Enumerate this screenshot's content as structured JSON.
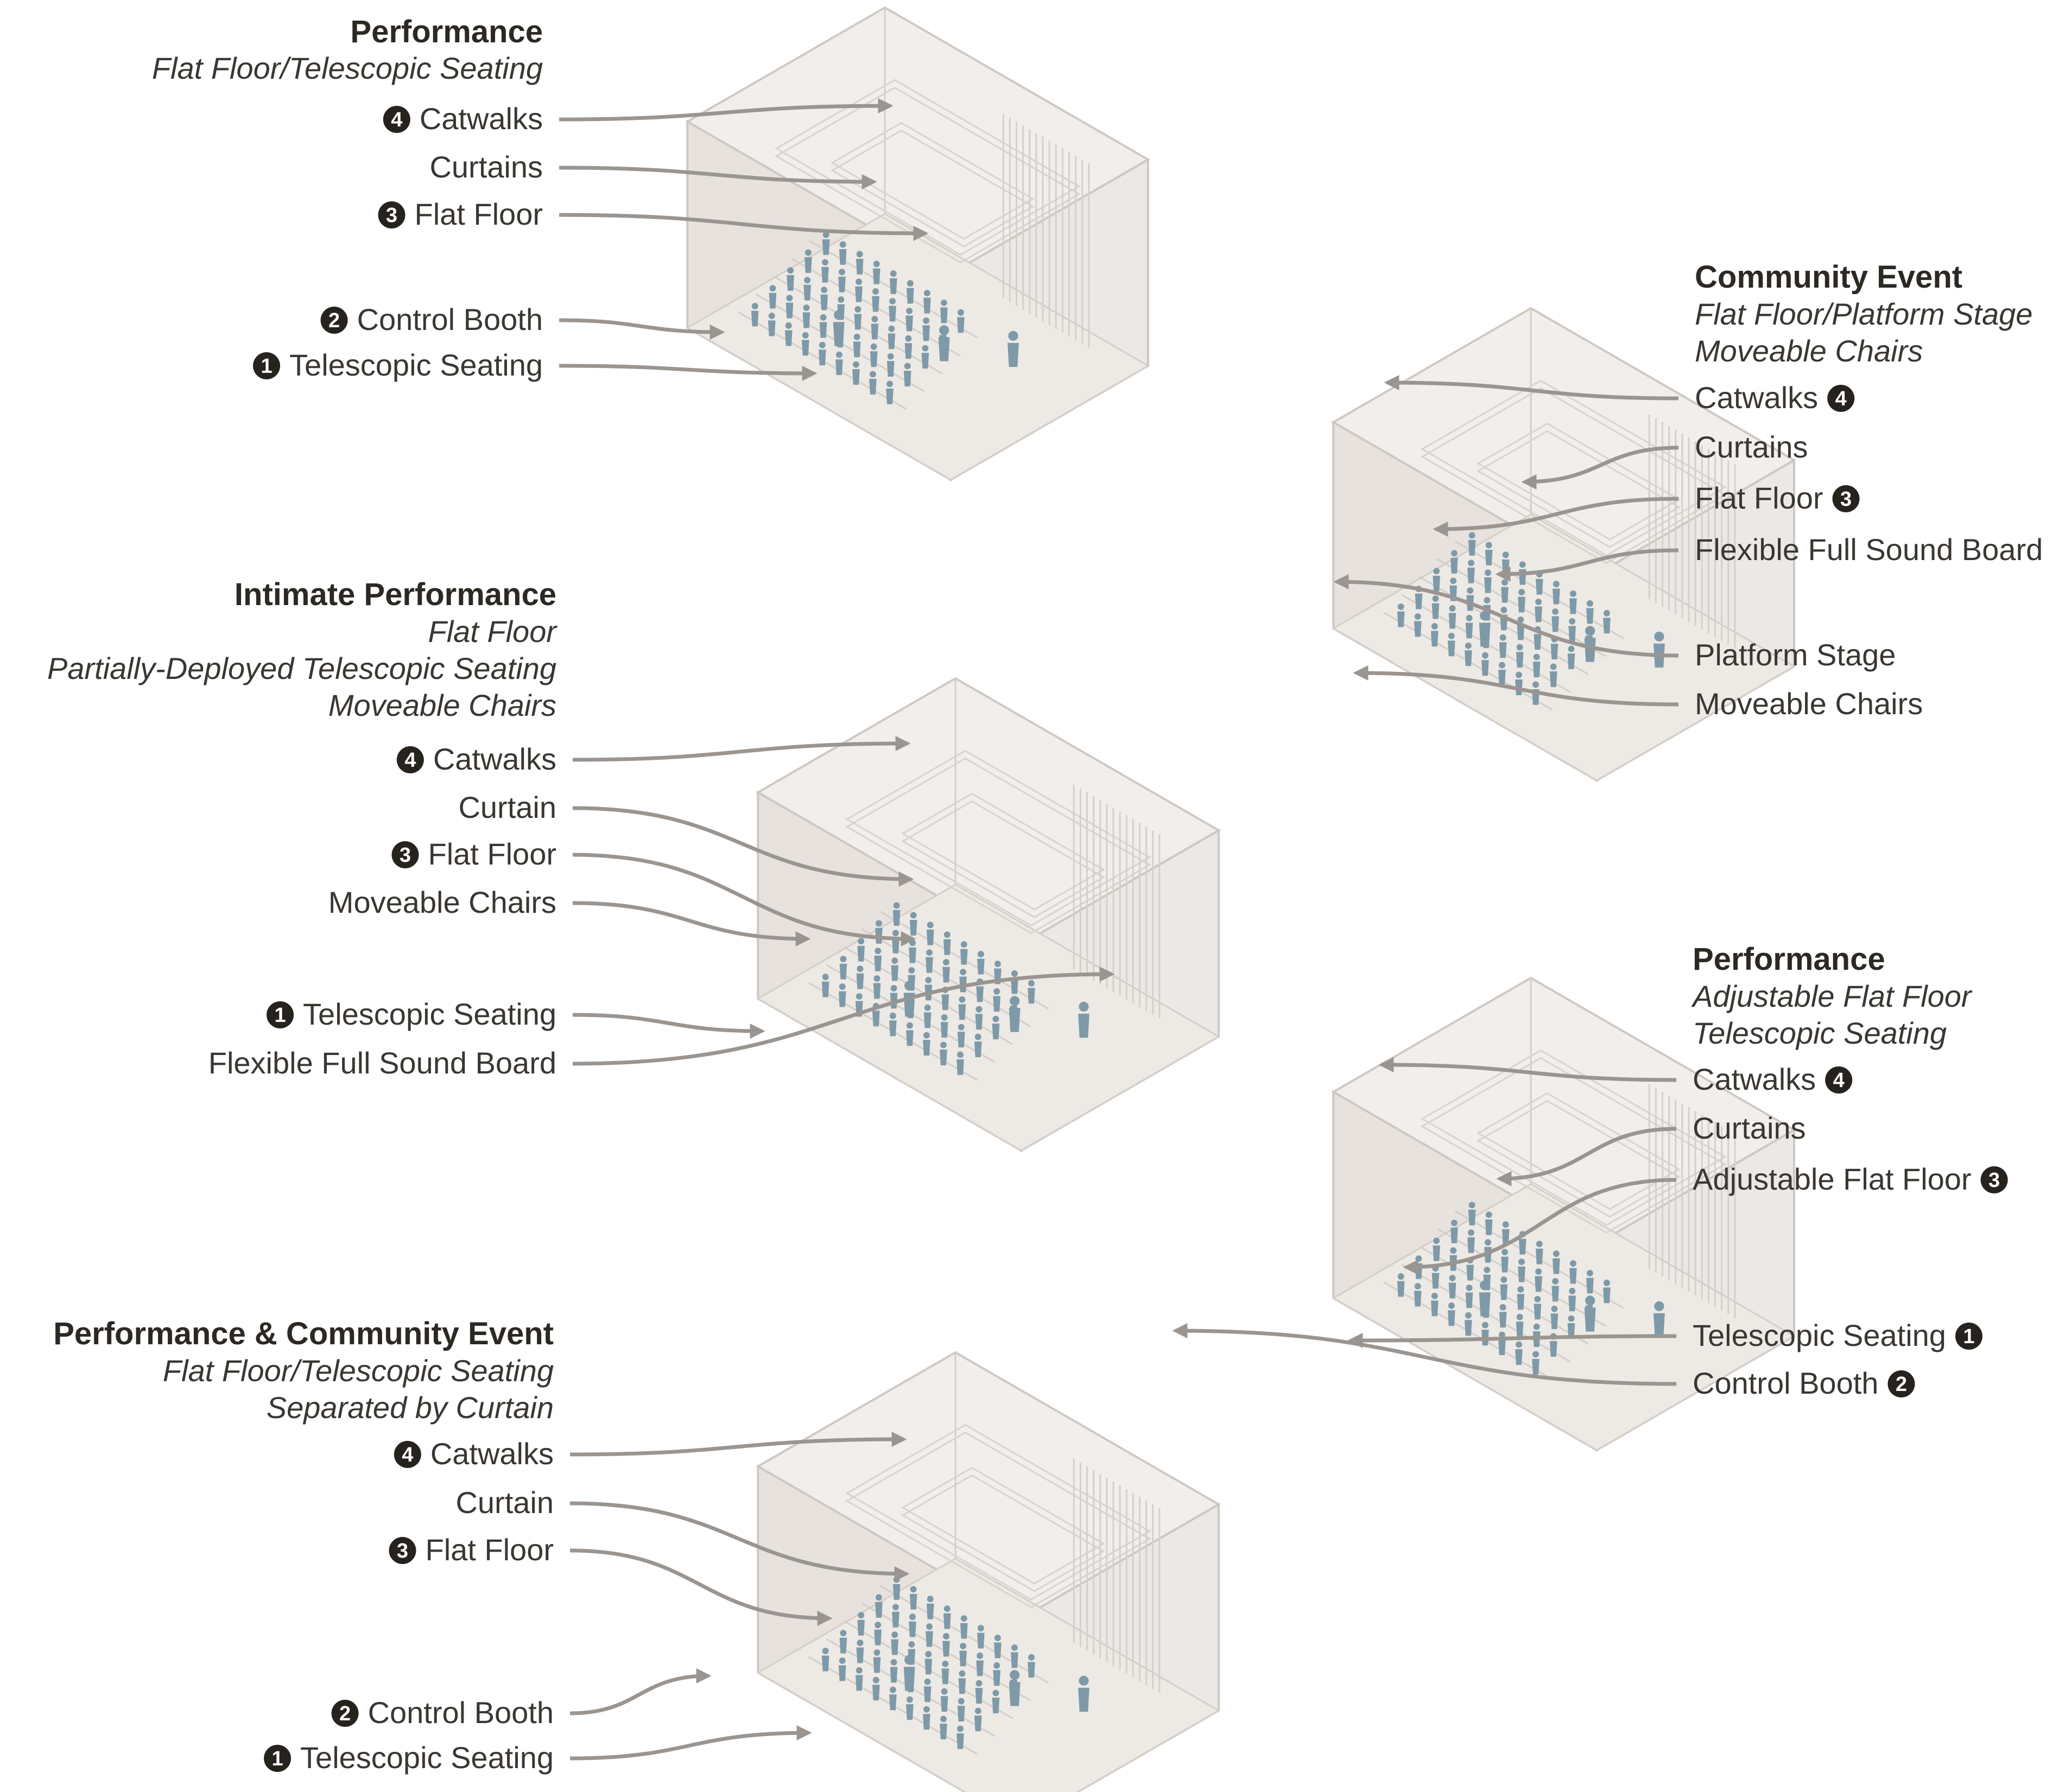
{
  "colors": {
    "text": "#3a3632",
    "badge": "#26221e",
    "leader": "#9a9590",
    "box": "#ece8e5",
    "figure": "#7e9aa8"
  },
  "scenarios": [
    {
      "title": "Performance",
      "subtitles": [
        "Flat Floor/Telescopic Seating"
      ],
      "labels": [
        {
          "badge": "4",
          "text": "Catwalks"
        },
        {
          "badge": "",
          "text": "Curtains"
        },
        {
          "badge": "3",
          "text": "Flat Floor"
        },
        {
          "badge": "2",
          "text": "Control Booth"
        },
        {
          "badge": "1",
          "text": "Telescopic Seating"
        }
      ]
    },
    {
      "title": "Community Event",
      "subtitles": [
        "Flat Floor/Platform Stage",
        "Moveable Chairs"
      ],
      "labels": [
        {
          "badge": "4",
          "text": "Catwalks"
        },
        {
          "badge": "",
          "text": "Curtains"
        },
        {
          "badge": "3",
          "text": "Flat Floor"
        },
        {
          "badge": "",
          "text": "Flexible Full Sound Board"
        },
        {
          "badge": "",
          "text": "Platform Stage"
        },
        {
          "badge": "",
          "text": "Moveable Chairs"
        }
      ]
    },
    {
      "title": "Intimate Performance",
      "subtitles": [
        "Flat Floor",
        "Partially-Deployed Telescopic Seating",
        "Moveable Chairs"
      ],
      "labels": [
        {
          "badge": "4",
          "text": "Catwalks"
        },
        {
          "badge": "",
          "text": "Curtain"
        },
        {
          "badge": "3",
          "text": "Flat Floor"
        },
        {
          "badge": "",
          "text": "Moveable Chairs"
        },
        {
          "badge": "1",
          "text": "Telescopic Seating"
        },
        {
          "badge": "",
          "text": "Flexible Full Sound Board"
        }
      ]
    },
    {
      "title": "Performance",
      "subtitles": [
        "Adjustable Flat Floor",
        "Telescopic Seating"
      ],
      "labels": [
        {
          "badge": "4",
          "text": "Catwalks"
        },
        {
          "badge": "",
          "text": "Curtains"
        },
        {
          "badge": "3",
          "text": "Adjustable Flat Floor"
        },
        {
          "badge": "1",
          "text": "Telescopic Seating"
        },
        {
          "badge": "2",
          "text": "Control Booth"
        }
      ]
    },
    {
      "title": "Performance & Community Event",
      "subtitles": [
        "Flat Floor/Telescopic Seating",
        "Separated by Curtain"
      ],
      "labels": [
        {
          "badge": "4",
          "text": "Catwalks"
        },
        {
          "badge": "",
          "text": "Curtain"
        },
        {
          "badge": "3",
          "text": "Flat Floor"
        },
        {
          "badge": "2",
          "text": "Control Booth"
        },
        {
          "badge": "1",
          "text": "Telescopic Seating"
        }
      ]
    }
  ]
}
